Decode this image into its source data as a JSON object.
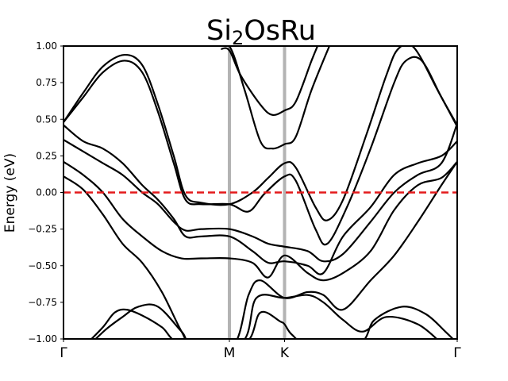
{
  "chart_data": {
    "type": "line",
    "title": "Si",
    "title_sub": "2",
    "title_rest": "OsRu",
    "ylabel": "Energy (eV)",
    "xlabel": "",
    "ylim": [
      -1.0,
      1.0
    ],
    "xlim": [
      0,
      1
    ],
    "grid": false,
    "fermi_level": 0.0,
    "fermi_color": "#e41a1c",
    "band_color": "#000000",
    "kline_color": "#b3b3b3",
    "yticks": [
      -1.0,
      -0.75,
      -0.5,
      -0.25,
      0.0,
      0.25,
      0.5,
      0.75,
      1.0
    ],
    "ytick_labels": [
      "−1.00",
      "−0.75",
      "−0.50",
      "−0.25",
      "0.00",
      "0.25",
      "0.50",
      "0.75",
      "1.00"
    ],
    "kpoints": [
      {
        "label": "Γ",
        "x": 0.0
      },
      {
        "label": "M",
        "x": 0.4214
      },
      {
        "label": "K",
        "x": 0.5615
      },
      {
        "label": "Γ",
        "x": 1.0
      }
    ],
    "vlines": [
      0.4214,
      0.5615
    ],
    "series": [
      {
        "values": [
          [
            0.0,
            0.48
          ],
          [
            0.05,
            0.65
          ],
          [
            0.1,
            0.82
          ],
          [
            0.155,
            0.9
          ],
          [
            0.2,
            0.82
          ],
          [
            0.24,
            0.55
          ],
          [
            0.28,
            0.2
          ],
          [
            0.31,
            -0.05
          ],
          [
            0.35,
            -0.08
          ],
          [
            0.4214,
            -0.08
          ],
          [
            0.47,
            -0.13
          ],
          [
            0.51,
            -0.01
          ],
          [
            0.5615,
            0.11
          ],
          [
            0.59,
            0.08
          ],
          [
            0.64,
            -0.25
          ],
          [
            0.67,
            -0.35
          ],
          [
            0.72,
            -0.1
          ],
          [
            0.78,
            0.3
          ],
          [
            0.84,
            0.75
          ],
          [
            0.87,
            0.9
          ],
          [
            0.91,
            0.9
          ],
          [
            0.96,
            0.65
          ],
          [
            1.0,
            0.46
          ]
        ]
      },
      {
        "values": [
          [
            0.0,
            0.48
          ],
          [
            0.05,
            0.68
          ],
          [
            0.1,
            0.86
          ],
          [
            0.155,
            0.94
          ],
          [
            0.2,
            0.87
          ],
          [
            0.24,
            0.6
          ],
          [
            0.28,
            0.25
          ],
          [
            0.31,
            -0.02
          ],
          [
            0.35,
            -0.07
          ],
          [
            0.4214,
            -0.08
          ],
          [
            0.48,
            0.0
          ],
          [
            0.52,
            0.1
          ],
          [
            0.5615,
            0.2
          ],
          [
            0.59,
            0.17
          ],
          [
            0.64,
            -0.1
          ],
          [
            0.67,
            -0.19
          ],
          [
            0.71,
            -0.05
          ],
          [
            0.77,
            0.4
          ],
          [
            0.82,
            0.8
          ],
          [
            0.85,
            0.98
          ],
          [
            0.89,
            0.99
          ],
          [
            0.95,
            0.7
          ],
          [
            1.0,
            0.45
          ]
        ]
      },
      {
        "values": [
          [
            0.0,
            0.46
          ],
          [
            0.05,
            0.35
          ],
          [
            0.1,
            0.3
          ],
          [
            0.15,
            0.2
          ],
          [
            0.2,
            0.05
          ],
          [
            0.24,
            -0.05
          ],
          [
            0.28,
            -0.18
          ],
          [
            0.31,
            -0.3
          ],
          [
            0.35,
            -0.3
          ],
          [
            0.4214,
            -0.3
          ],
          [
            0.48,
            -0.4
          ],
          [
            0.52,
            -0.48
          ],
          [
            0.5615,
            -0.47
          ],
          [
            0.62,
            -0.5
          ],
          [
            0.66,
            -0.55
          ],
          [
            0.71,
            -0.3
          ],
          [
            0.78,
            -0.1
          ],
          [
            0.84,
            0.12
          ],
          [
            0.9,
            0.2
          ],
          [
            0.96,
            0.25
          ],
          [
            1.0,
            0.35
          ]
        ]
      },
      {
        "values": [
          [
            0.0,
            0.36
          ],
          [
            0.05,
            0.28
          ],
          [
            0.1,
            0.2
          ],
          [
            0.15,
            0.12
          ],
          [
            0.2,
            0.0
          ],
          [
            0.24,
            -0.08
          ],
          [
            0.28,
            -0.2
          ],
          [
            0.31,
            -0.26
          ],
          [
            0.35,
            -0.25
          ],
          [
            0.4214,
            -0.25
          ],
          [
            0.48,
            -0.3
          ],
          [
            0.52,
            -0.35
          ],
          [
            0.5615,
            -0.37
          ],
          [
            0.62,
            -0.4
          ],
          [
            0.66,
            -0.47
          ],
          [
            0.71,
            -0.42
          ],
          [
            0.78,
            -0.2
          ],
          [
            0.84,
            0.0
          ],
          [
            0.9,
            0.12
          ],
          [
            0.96,
            0.2
          ],
          [
            1.0,
            0.47
          ]
        ]
      },
      {
        "values": [
          [
            0.0,
            0.21
          ],
          [
            0.05,
            0.12
          ],
          [
            0.1,
            0.0
          ],
          [
            0.15,
            -0.18
          ],
          [
            0.2,
            -0.3
          ],
          [
            0.25,
            -0.4
          ],
          [
            0.3,
            -0.45
          ],
          [
            0.35,
            -0.45
          ],
          [
            0.4214,
            -0.45
          ],
          [
            0.48,
            -0.48
          ],
          [
            0.52,
            -0.58
          ],
          [
            0.5615,
            -0.43
          ],
          [
            0.62,
            -0.55
          ],
          [
            0.66,
            -0.6
          ],
          [
            0.71,
            -0.55
          ],
          [
            0.78,
            -0.4
          ],
          [
            0.84,
            -0.12
          ],
          [
            0.9,
            0.05
          ],
          [
            0.96,
            0.1
          ],
          [
            1.0,
            0.21
          ]
        ]
      },
      {
        "values": [
          [
            0.0,
            0.11
          ],
          [
            0.05,
            0.02
          ],
          [
            0.1,
            -0.15
          ],
          [
            0.15,
            -0.35
          ],
          [
            0.2,
            -0.48
          ],
          [
            0.25,
            -0.68
          ],
          [
            0.3,
            -0.95
          ],
          [
            0.33,
            -1.05
          ],
          [
            0.43,
            -1.05
          ],
          [
            0.47,
            -0.7
          ],
          [
            0.5,
            -0.6
          ],
          [
            0.5615,
            -0.72
          ],
          [
            0.62,
            -0.68
          ],
          [
            0.66,
            -0.7
          ],
          [
            0.71,
            -0.8
          ],
          [
            0.78,
            -0.6
          ],
          [
            0.84,
            -0.43
          ],
          [
            0.9,
            -0.2
          ],
          [
            0.96,
            0.05
          ],
          [
            1.0,
            0.21
          ]
        ]
      },
      {
        "values": [
          [
            0.06,
            -1.03
          ],
          [
            0.1,
            -0.92
          ],
          [
            0.13,
            -0.82
          ],
          [
            0.16,
            -0.8
          ],
          [
            0.2,
            -0.84
          ],
          [
            0.25,
            -0.92
          ],
          [
            0.3,
            -1.03
          ],
          [
            0.45,
            -1.03
          ],
          [
            0.49,
            -0.72
          ],
          [
            0.5615,
            -0.72
          ],
          [
            0.62,
            -0.7
          ],
          [
            0.66,
            -0.75
          ],
          [
            0.71,
            -0.87
          ],
          [
            0.76,
            -0.95
          ],
          [
            0.82,
            -0.85
          ],
          [
            0.9,
            -0.9
          ],
          [
            0.96,
            -1.03
          ]
        ]
      },
      {
        "values": [
          [
            0.07,
            -1.03
          ],
          [
            0.11,
            -0.93
          ],
          [
            0.15,
            -0.85
          ],
          [
            0.19,
            -0.78
          ],
          [
            0.24,
            -0.78
          ],
          [
            0.3,
            -0.95
          ],
          [
            0.33,
            -1.03
          ],
          [
            0.46,
            -1.03
          ],
          [
            0.5,
            -0.82
          ],
          [
            0.55,
            -0.88
          ],
          [
            0.5615,
            -0.9
          ],
          [
            0.58,
            -0.97
          ],
          [
            0.62,
            -1.03
          ],
          [
            0.75,
            -1.03
          ],
          [
            0.79,
            -0.87
          ],
          [
            0.86,
            -0.78
          ],
          [
            0.92,
            -0.83
          ],
          [
            0.97,
            -0.95
          ],
          [
            1.0,
            -1.03
          ]
        ]
      },
      {
        "values": [
          [
            0.4,
            0.98
          ],
          [
            0.4214,
            0.97
          ],
          [
            0.45,
            0.8
          ],
          [
            0.5,
            0.6
          ],
          [
            0.53,
            0.53
          ],
          [
            0.5615,
            0.56
          ],
          [
            0.59,
            0.62
          ],
          [
            0.63,
            0.9
          ],
          [
            0.65,
            1.03
          ]
        ]
      },
      {
        "values": [
          [
            0.38,
            1.03
          ],
          [
            0.4214,
            1.0
          ],
          [
            0.46,
            0.7
          ],
          [
            0.5,
            0.35
          ],
          [
            0.53,
            0.3
          ],
          [
            0.5615,
            0.33
          ],
          [
            0.59,
            0.38
          ],
          [
            0.63,
            0.7
          ],
          [
            0.68,
            1.03
          ]
        ]
      }
    ]
  }
}
